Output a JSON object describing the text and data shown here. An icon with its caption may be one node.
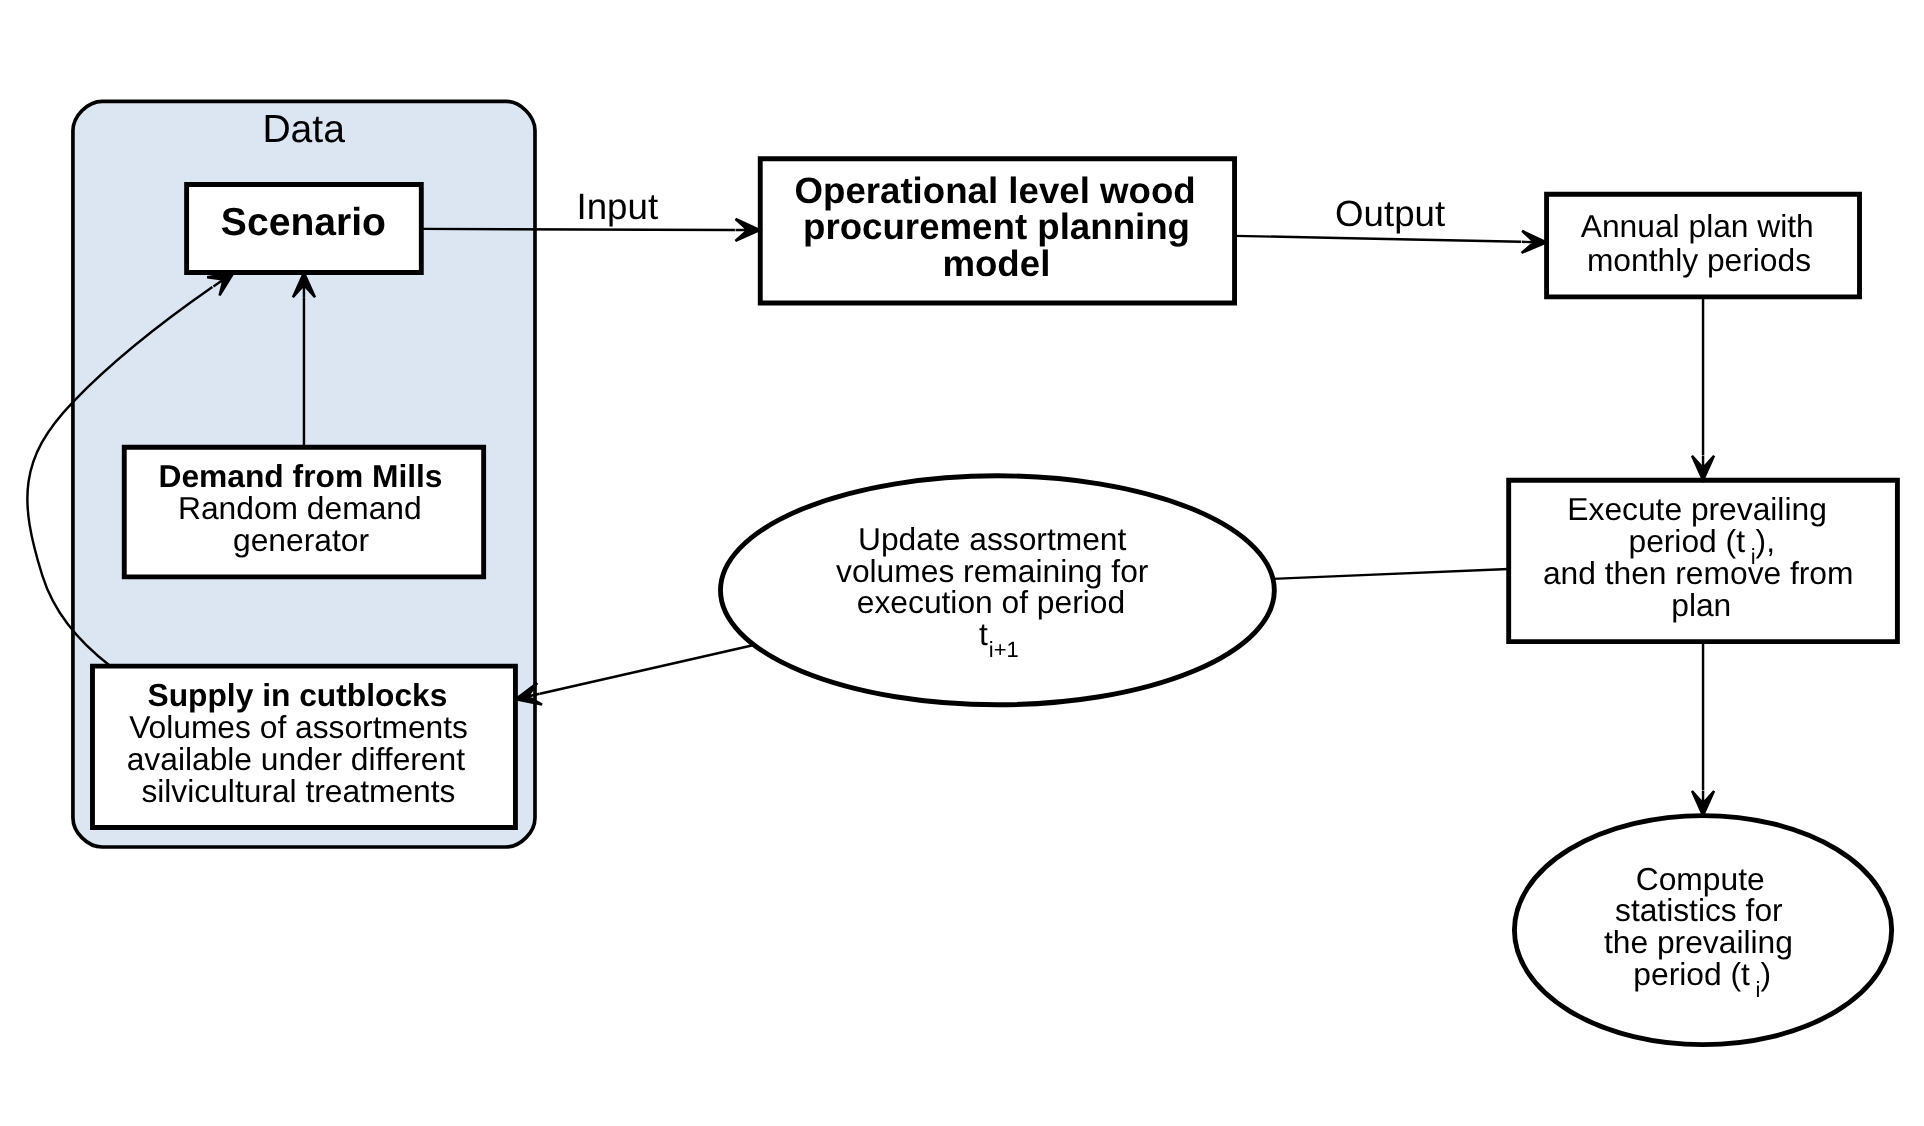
{
  "diagram": {
    "nodes": [
      {
        "text": [
          "Data"
        ]
      },
      {
        "text": [
          "Demand from Mills",
          "Random demand generator"
        ],
        "in": 0
      },
      {
        "text": [
          "Scenario"
        ],
        "in": 0
      },
      {
        "text": [
          "Supply in cutblocks",
          "Volumes of assortments available under different silvicultural treatments"
        ],
        "in": 0
      },
      {
        "text": [
          "Operational level wood procurement planning model"
        ]
      },
      {
        "text": [
          "Annual plan with monthly periods"
        ]
      },
      {
        "text": [
          "Execute prevailing period (t$_{i}$), and then remove from plan"
        ]
      },
      {
        "text": [
          "Update assortment volumes remaining for execution of period t$_{i+1}$"
        ]
      },
      {
        "text": [
          "Compute statistics for the prevailing period (t$_{i}$)"
        ]
      }
    ],
    "edges": [
      {
        "from": 1,
        "to": 2,
        "arrow": "to"
      },
      {
        "from": 3,
        "to": 2,
        "arrow": "to"
      },
      {
        "from": 2,
        "to": 4,
        "label": "Input",
        "arrow": "to"
      },
      {
        "from": 4,
        "to": 5,
        "label": "Output",
        "arrow": "to"
      },
      {
        "from": 5,
        "to": 6,
        "arrow": "to"
      },
      {
        "from": 6,
        "to": 7,
        "arrow": "none"
      },
      {
        "from": 7,
        "to": 3,
        "arrow": "to"
      },
      {
        "from": 6,
        "to": 8,
        "arrow": "to"
      }
    ]
  }
}
